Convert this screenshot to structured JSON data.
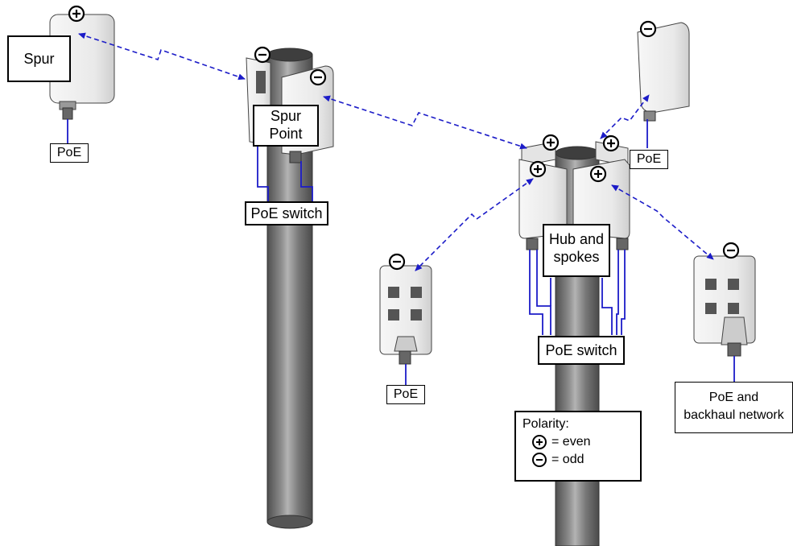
{
  "labels": {
    "spur": "Spur",
    "spur_point_line1": "Spur",
    "spur_point_line2": "Point",
    "poe_switch_left": "PoE switch",
    "poe_switch_right": "PoE switch",
    "hub_line1": "Hub and",
    "hub_line2": "spokes",
    "poe_spur": "PoE",
    "poe_top_right": "PoE",
    "poe_middle": "PoE",
    "poe_backhaul_line1": "PoE and",
    "poe_backhaul_line2": "backhaul network"
  },
  "legend": {
    "title": "Polarity:",
    "even_symbol": "plus-circle-icon",
    "even_text": "= even",
    "odd_symbol": "minus-circle-icon",
    "odd_text": "= odd"
  },
  "colors": {
    "cable": "#1c1cc8",
    "link": "#1c1cc8",
    "pole_dark": "#5e5e5e",
    "pole_light": "#a8a8a8",
    "device_body": "#ededed",
    "outline": "#000000"
  }
}
